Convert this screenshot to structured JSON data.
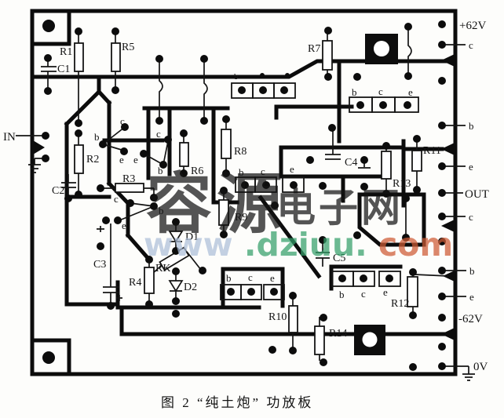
{
  "figure": {
    "caption": "图 2    “纯土炮” 功放板"
  },
  "labels": {
    "r1": "R1",
    "r2": "R2",
    "r3": "R3",
    "r4": "R4",
    "r5": "R5",
    "r6": "R6",
    "r7": "R7",
    "r8": "R8",
    "r9": "R9",
    "r10": "R10",
    "r11": "R11",
    "r12": "R12",
    "r13": "R13",
    "r14": "R14",
    "rk": "RK",
    "c1": "C1",
    "c2": "C2",
    "c3": "C3",
    "c4": "C4",
    "c5": "C5",
    "d1": "D1",
    "d2": "D2"
  },
  "pins": {
    "b": "b",
    "c": "c",
    "e": "e"
  },
  "terminals": {
    "in": "IN",
    "out": "OUT",
    "vpos": "+62V",
    "vneg": "-62V",
    "gnd": "0V"
  },
  "watermark": {
    "brand": "容源",
    "brand2": "电子网",
    "url_www": "www",
    "url_mid": ".dziuu.",
    "url_tld": "com"
  },
  "colors": {
    "trace": "#0c0c0c",
    "wm_brand": "#a8b9ef",
    "wm_brand2": "#dc9349",
    "wm_www": "#adbfd9",
    "wm_mid": "#35a06b",
    "wm_tld": "#cf5b35"
  }
}
